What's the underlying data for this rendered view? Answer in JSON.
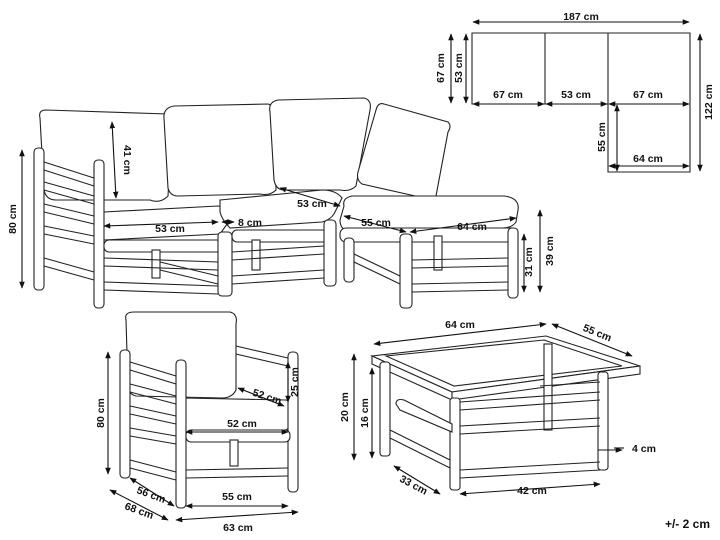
{
  "dimensions": {
    "plan_total_width": "187 cm",
    "plan_depth_a": "67 cm",
    "plan_depth_b": "53 cm",
    "plan_seat_left": "67 cm",
    "plan_seat_mid": "53 cm",
    "plan_seat_right": "67 cm",
    "plan_height_total": "122 cm",
    "plan_corner_depth": "55 cm",
    "plan_corner_width": "64 cm",
    "sofa_back_cushion": "41 cm",
    "sofa_height": "80 cm",
    "sofa_seat_width": "53 cm",
    "sofa_gap": "8 cm",
    "sofa_seat_width_2": "53 cm",
    "ottoman_depth": "55 cm",
    "ottoman_width": "64 cm",
    "ottoman_seat_height": "31 cm",
    "ottoman_height": "39 cm",
    "chair_height": "80 cm",
    "chair_arm_height": "25 cm",
    "chair_seat_depth": "52 cm",
    "chair_seat_width": "52 cm",
    "chair_inner_depth": "56 cm",
    "chair_outer_depth": "68 cm",
    "chair_inner_width": "55 cm",
    "chair_outer_width": "63 cm",
    "table_width": "64 cm",
    "table_depth": "55 cm",
    "table_height": "20 cm",
    "table_leg_height": "16 cm",
    "table_leg_size": "4 cm",
    "table_inner_depth": "33 cm",
    "table_inner_width": "42 cm"
  },
  "tolerance": "+/- 2 cm"
}
